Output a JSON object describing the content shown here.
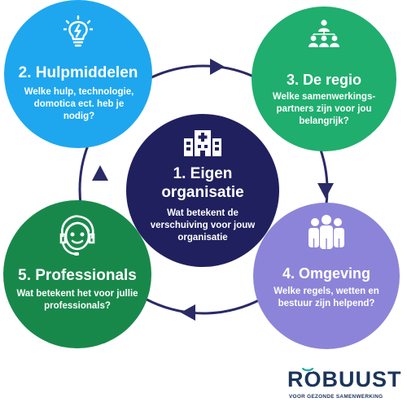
{
  "colors": {
    "hulpmiddelen": "#1ea7ee",
    "regio": "#1fae6e",
    "eigen": "#20205f",
    "omgeving": "#8c84d8",
    "professionals": "#18884a",
    "ring": "#2a2a66",
    "logo_dark": "#1b3559",
    "logo_accent": "#2bb0a6"
  },
  "circles": {
    "hulpmiddelen": {
      "title": "2. Hulpmiddelen",
      "text": "Welke hulp, technologie, domotica ect. heb je nodig?",
      "icon": "lightbulb-icon"
    },
    "regio": {
      "title": "3. De regio",
      "text": "Welke samenwerkings-partners zijn voor jou belangrijk?",
      "icon": "network-people-icon"
    },
    "eigen": {
      "title": "1. Eigen organisatie",
      "text": "Wat betekent de verschuiving voor jouw organisatie",
      "icon": "hospital-building-icon"
    },
    "omgeving": {
      "title": "4. Omgeving",
      "text": "Welke regels, wetten en bestuur zijn helpend?",
      "icon": "group-people-icon"
    },
    "professionals": {
      "title": "5. Professionals",
      "text": "Wat betekent het voor jullie professionals?",
      "icon": "headset-person-icon"
    }
  },
  "logo": {
    "name": "ROBUUST",
    "tagline": "VOOR GEZONDE SAMENWERKING"
  }
}
